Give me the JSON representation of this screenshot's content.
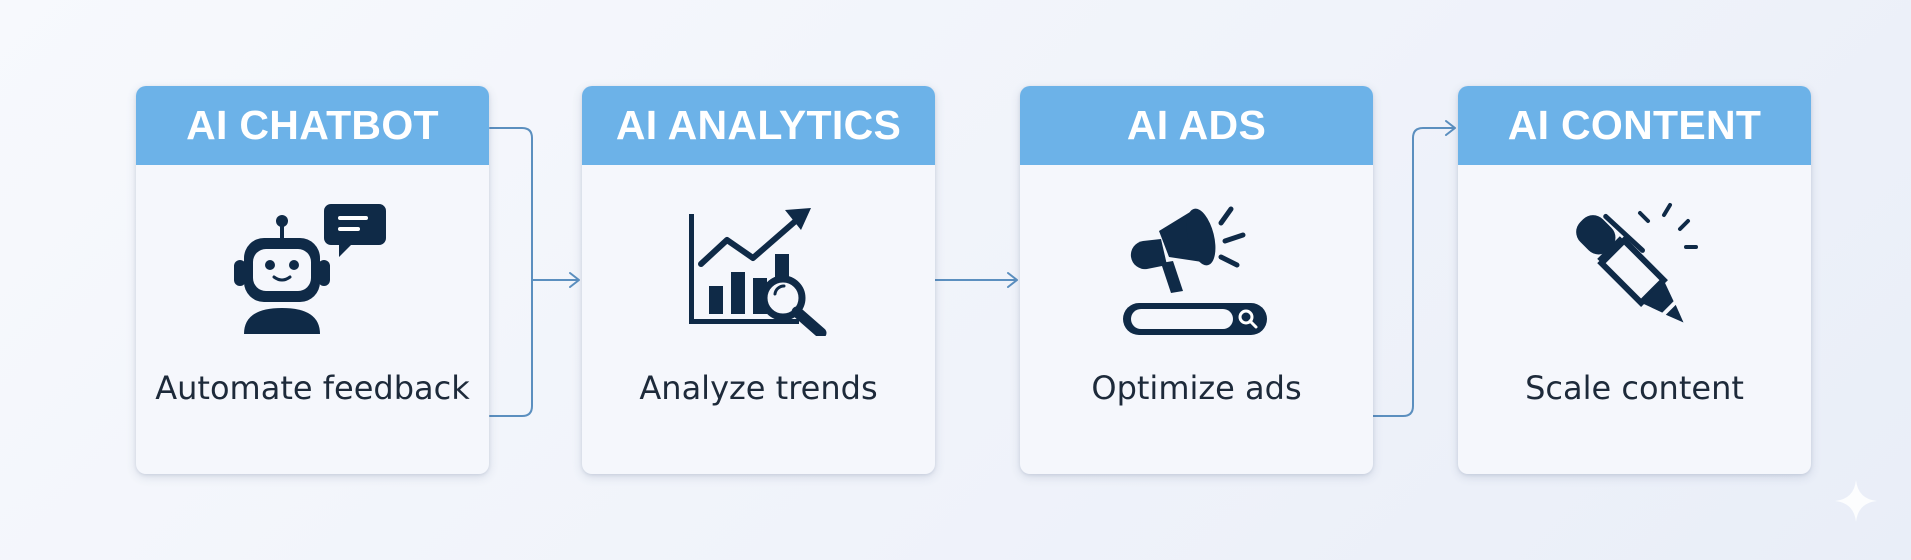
{
  "steps": [
    {
      "title": "AI CHATBOT",
      "description": "Automate feedback",
      "icon": "robot-chat-icon"
    },
    {
      "title": "AI ANALYTICS",
      "description": "Analyze trends",
      "icon": "chart-magnifier-icon"
    },
    {
      "title": "AI ADS",
      "description": "Optimize ads",
      "icon": "megaphone-search-icon"
    },
    {
      "title": "AI CONTENT",
      "description": "Scale content",
      "icon": "pen-icon"
    }
  ],
  "colors": {
    "header": "#6cb2e8",
    "icon": "#0f2a47",
    "connector": "#5b8fbf",
    "text": "#1d2a3a"
  }
}
